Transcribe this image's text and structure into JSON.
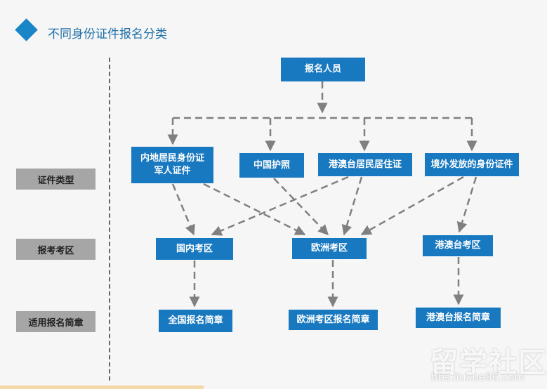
{
  "header": {
    "title": "不同身份证件报名分类"
  },
  "row_labels": {
    "documents": "证件类型",
    "region": "报考考区",
    "brochure": "适用报名简章"
  },
  "nodes": {
    "applicants": "报名人员",
    "mainland_id_line1": "内地居民身份证",
    "mainland_id_line2": "军人证件",
    "china_passport": "中国护照",
    "hmt_residence": "港澳台居民居住证",
    "overseas_id": "境外发放的身份证件",
    "domestic_region": "国内考区",
    "europe_region": "欧洲考区",
    "hmt_region": "港澳台考区",
    "national_brochure": "全国报名简章",
    "europe_brochure": "欧洲考区报名简章",
    "hmt_brochure": "港澳台报名简章"
  },
  "watermark": {
    "logo_text": "留学社区",
    "url": "bbs.liuxue86.com"
  },
  "colors": {
    "box": "#1878c0",
    "label": "#a6a6a6",
    "arrow": "#808080",
    "accent": "#1a86c8"
  }
}
